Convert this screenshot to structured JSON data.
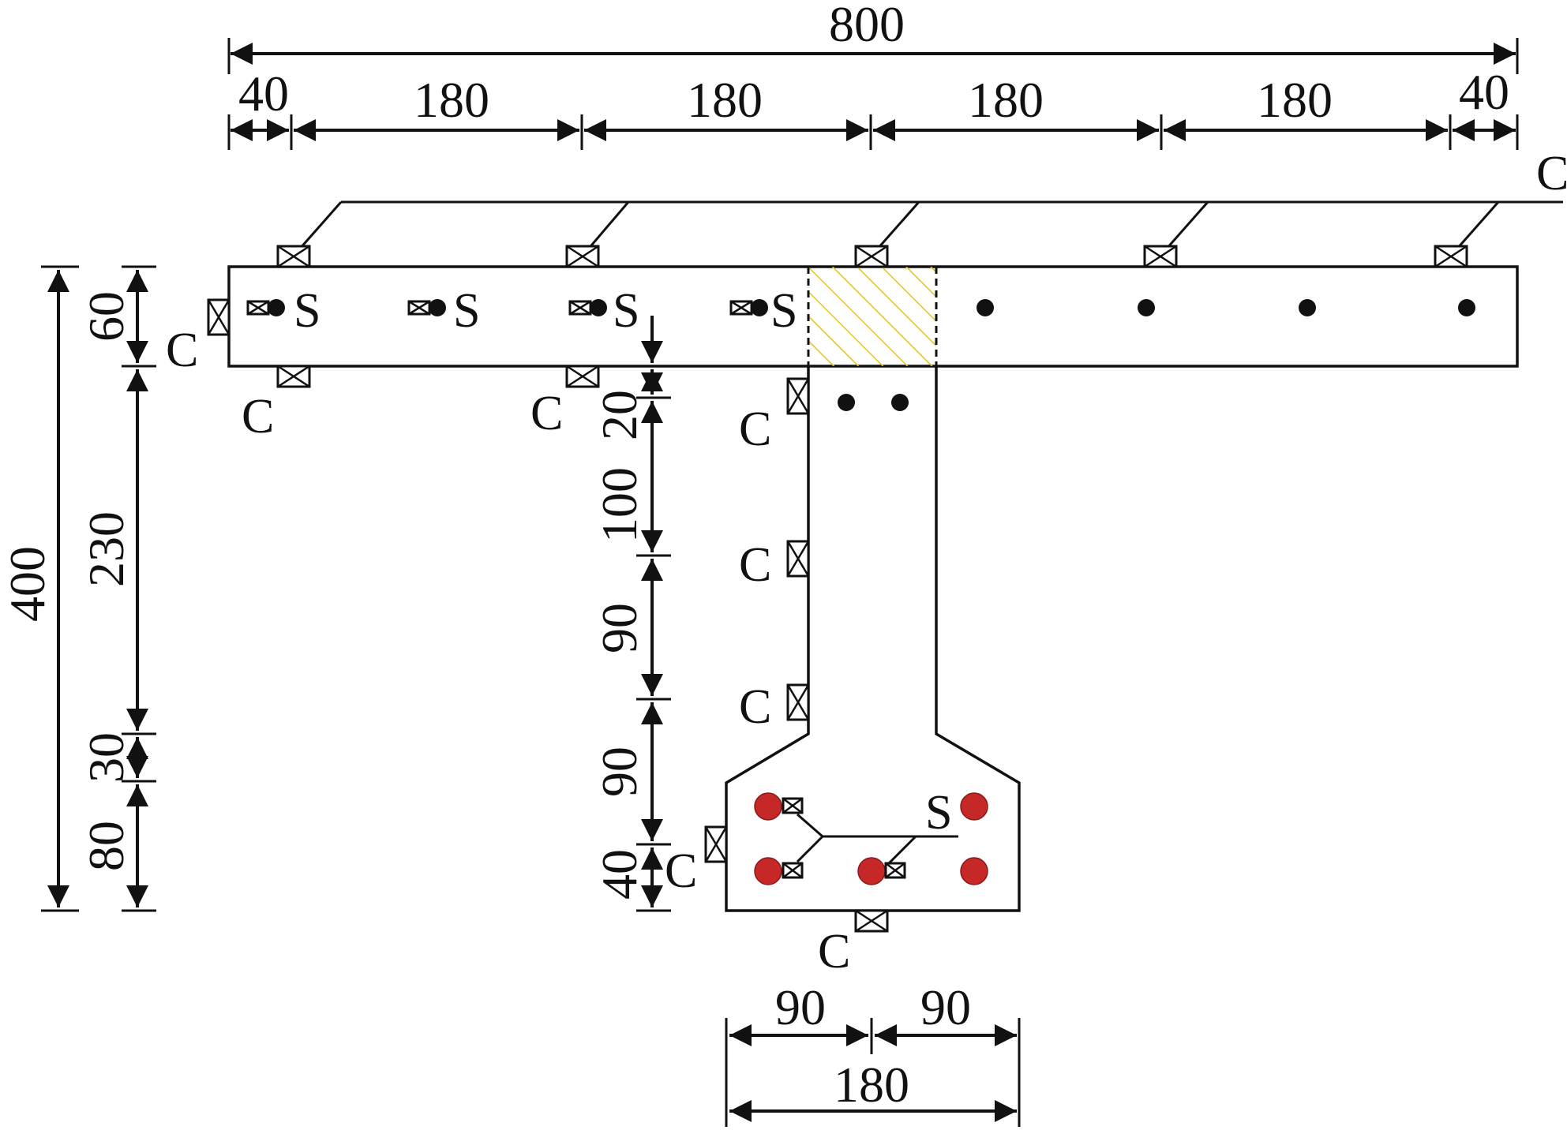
{
  "colors": {
    "line": "#111111",
    "rebar_black": "#111111",
    "strand_red": "#c62828",
    "hatch_yellow": "#e6c21a"
  },
  "dimensions": {
    "top_overall": "800",
    "top_segments": [
      "40",
      "180",
      "180",
      "180",
      "180",
      "40"
    ],
    "left_overall": "400",
    "left_segments": [
      "60",
      "230",
      "30",
      "80"
    ],
    "web_segments": [
      "20",
      "100",
      "90",
      "90",
      "40"
    ],
    "bottom_segments": [
      "90",
      "90"
    ],
    "bottom_overall": "180"
  },
  "labels": {
    "concrete_gauge": "C",
    "steel_gauge": "S"
  },
  "icons": {
    "concrete_gauge": "crossed-box-icon",
    "steel_gauge": "small-crossed-box-icon",
    "rebar": "filled-circle-icon",
    "strand": "red-circle-icon"
  }
}
